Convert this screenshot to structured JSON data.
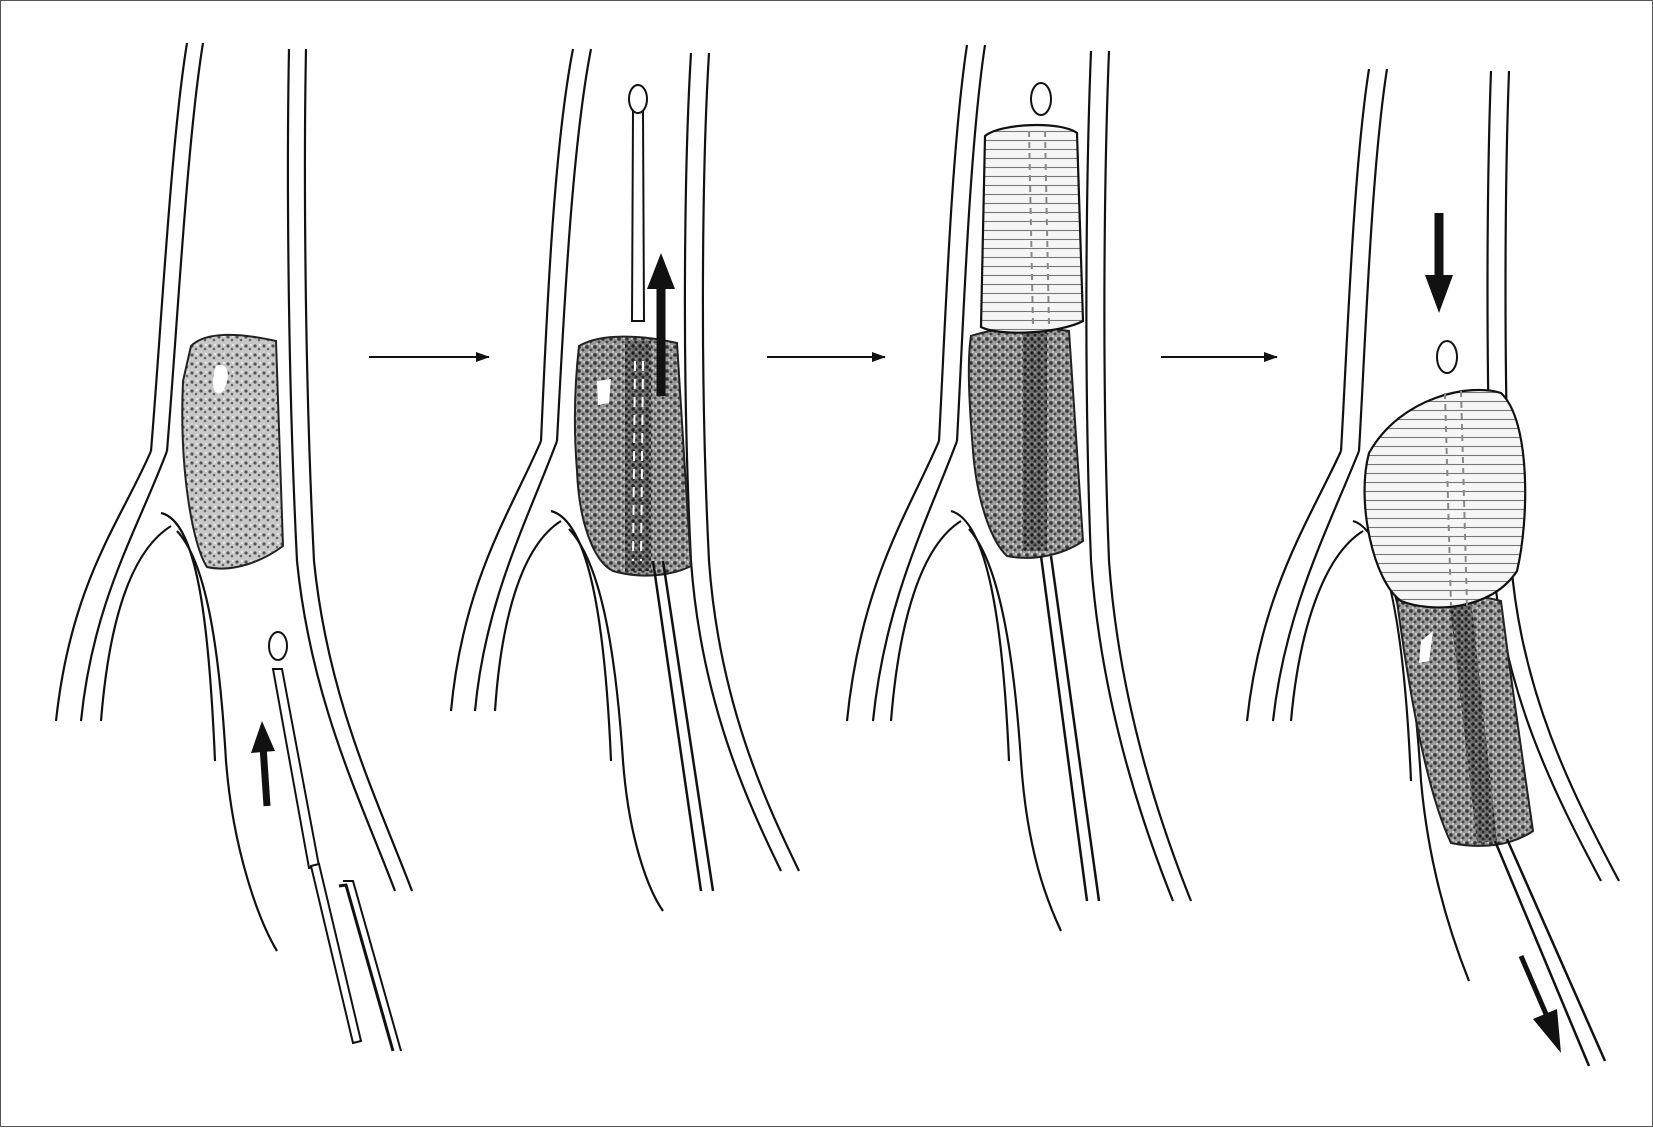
{
  "figure": {
    "stroke_color": "#111111",
    "background": "#ffffff",
    "thrombus_color": "#555555",
    "balloon_fill": "#f4f4f4",
    "panels": [
      {
        "step": 1,
        "icons": [
          "vessel-icon",
          "thrombus-icon",
          "catheter-icon",
          "up-arrow-icon"
        ]
      },
      {
        "step": 2,
        "icons": [
          "vessel-icon",
          "thrombus-icon",
          "catheter-icon",
          "up-arrow-icon"
        ]
      },
      {
        "step": 3,
        "icons": [
          "vessel-icon",
          "thrombus-icon",
          "inflated-balloon-icon"
        ]
      },
      {
        "step": 4,
        "icons": [
          "vessel-icon",
          "thrombus-icon",
          "inflated-balloon-icon",
          "down-arrow-icon"
        ]
      }
    ],
    "transition_arrows": [
      "right-arrow-icon",
      "right-arrow-icon",
      "right-arrow-icon"
    ]
  }
}
